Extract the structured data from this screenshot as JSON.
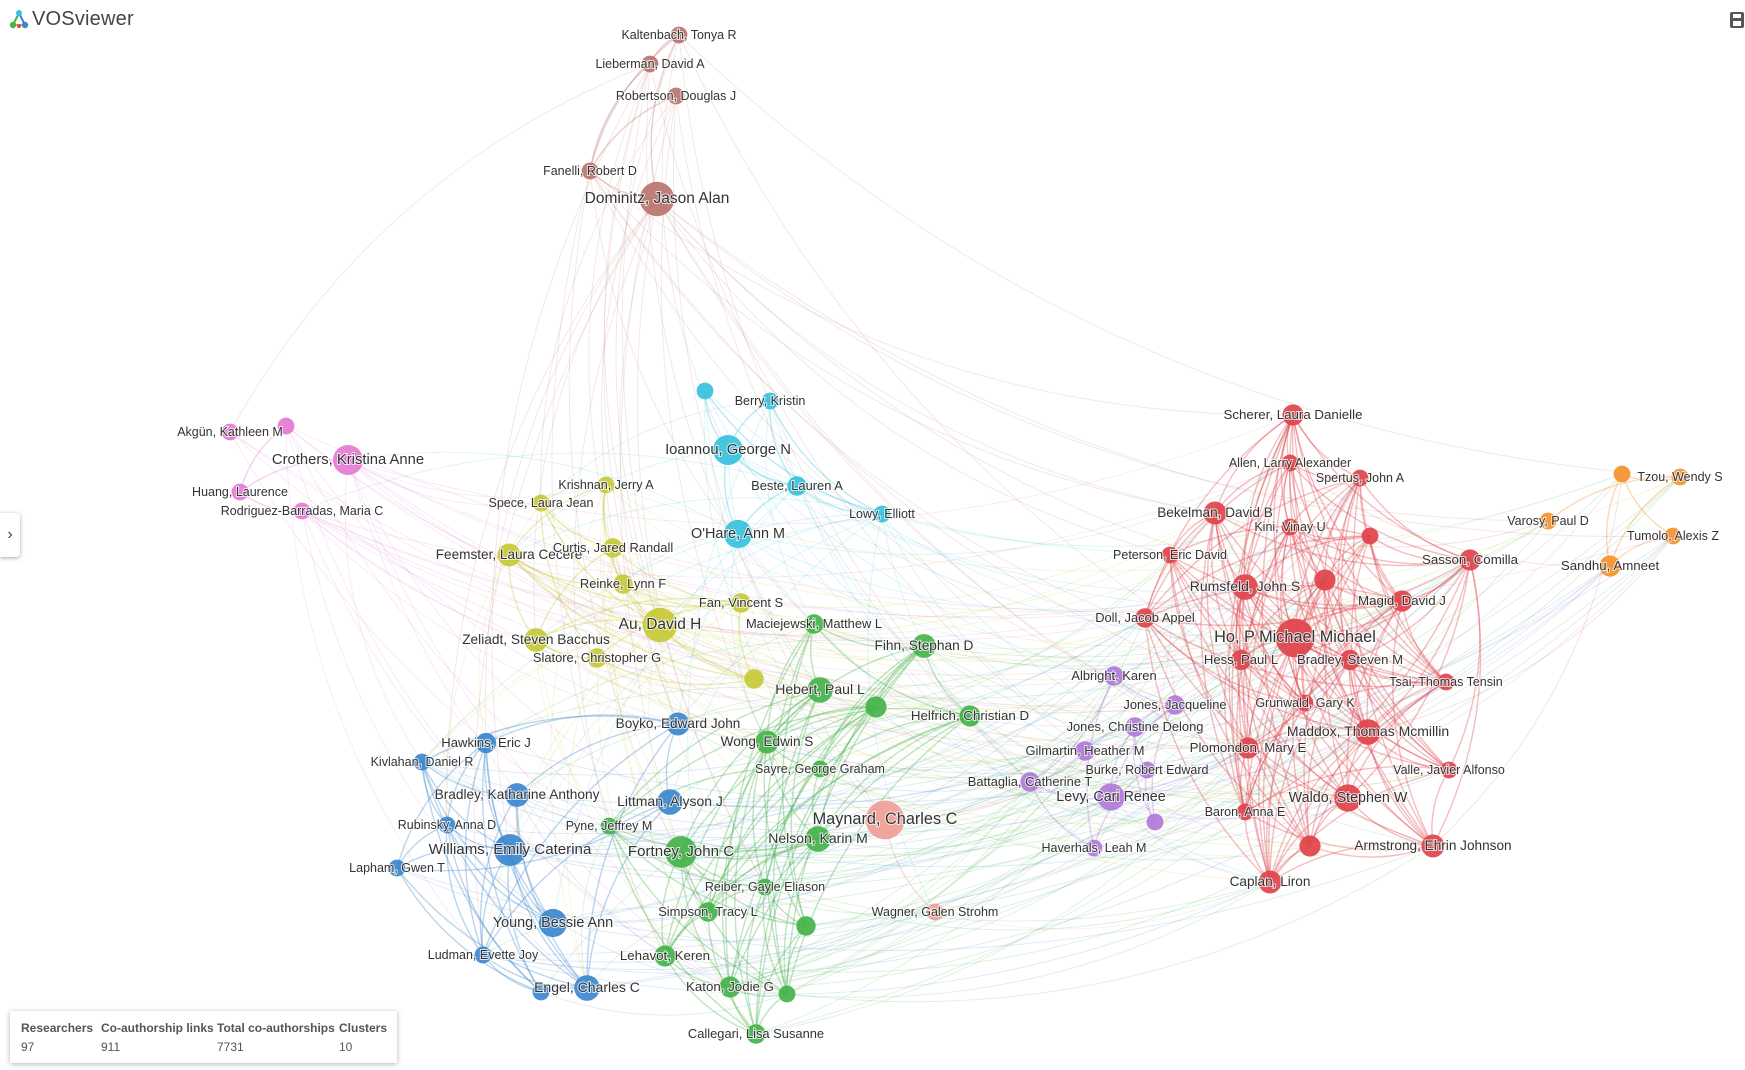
{
  "app": {
    "name": "VOSviewer"
  },
  "icons": {
    "logo": "vosviewer-logo-icon",
    "save": "save-icon",
    "toggle": "chevron-right-icon"
  },
  "sidebar_toggle": {
    "glyph": "›"
  },
  "stats": {
    "researchers_label": "Researchers",
    "researchers": "97",
    "links_label": "Co-authorship links",
    "links": "911",
    "total_label": "Total co-authorships",
    "total": "7731",
    "clusters_label": "Clusters",
    "clusters": "10"
  },
  "clusters": {
    "red": "#e0434b",
    "green": "#44b34a",
    "blue": "#3b87cf",
    "yellow": "#c7c936",
    "purple": "#b07ad9",
    "cyan": "#37c1dc",
    "orange": "#f5932b",
    "brown": "#b9746d",
    "pink": "#e47ad5",
    "salmon": "#f09e95"
  },
  "nodes": [
    {
      "label": "Kaltenbach, Tonya R",
      "cluster": "brown",
      "weight": 1
    },
    {
      "label": "Lieberman, David A",
      "cluster": "brown",
      "weight": 1
    },
    {
      "label": "Robertson, Douglas J",
      "cluster": "brown",
      "weight": 1
    },
    {
      "label": "Fanelli, Robert D",
      "cluster": "brown",
      "weight": 1
    },
    {
      "label": "Dominitz, Jason Alan",
      "cluster": "brown",
      "weight": 3
    },
    {
      "label": "Berry, Kristin",
      "cluster": "cyan",
      "weight": 1
    },
    {
      "label": "",
      "cluster": "cyan",
      "weight": 1
    },
    {
      "label": "Ioannou, George N",
      "cluster": "cyan",
      "weight": 2.5
    },
    {
      "label": "Beste, Lauren A",
      "cluster": "cyan",
      "weight": 1.3
    },
    {
      "label": "Lowy, Elliott",
      "cluster": "cyan",
      "weight": 1
    },
    {
      "label": "O'Hare, Ann M",
      "cluster": "cyan",
      "weight": 2.3
    },
    {
      "label": "Akgün, Kathleen M",
      "cluster": "pink",
      "weight": 1
    },
    {
      "label": "",
      "cluster": "pink",
      "weight": 1
    },
    {
      "label": "Crothers, Kristina Anne",
      "cluster": "pink",
      "weight": 2.5
    },
    {
      "label": "Huang, Laurence",
      "cluster": "pink",
      "weight": 1
    },
    {
      "label": "Rodriguez-Barradas, Maria C",
      "cluster": "pink",
      "weight": 1
    },
    {
      "label": "Krishnan, Jerry A",
      "cluster": "yellow",
      "weight": 1
    },
    {
      "label": "Spece, Laura Jean",
      "cluster": "yellow",
      "weight": 1
    },
    {
      "label": "Feemster, Laura Cecere",
      "cluster": "yellow",
      "weight": 1.7
    },
    {
      "label": "Curtis, Jared Randall",
      "cluster": "yellow",
      "weight": 1.3
    },
    {
      "label": "Reinke, Lynn F",
      "cluster": "yellow",
      "weight": 1.3
    },
    {
      "label": "Fan, Vincent S",
      "cluster": "yellow",
      "weight": 1.3
    },
    {
      "label": "Au, David H",
      "cluster": "yellow",
      "weight": 3
    },
    {
      "label": "Zeliadt, Steven Bacchus",
      "cluster": "yellow",
      "weight": 1.8
    },
    {
      "label": "Slatore, Christopher G",
      "cluster": "yellow",
      "weight": 1.3
    },
    {
      "label": "",
      "cluster": "yellow",
      "weight": 1.3
    },
    {
      "label": "Maciejewski, Matthew L",
      "cluster": "green",
      "weight": 1.3
    },
    {
      "label": "Fihn, Stephan D",
      "cluster": "green",
      "weight": 1.8
    },
    {
      "label": "Hebert, Paul L",
      "cluster": "green",
      "weight": 2
    },
    {
      "label": "",
      "cluster": "green",
      "weight": 1.5
    },
    {
      "label": "Helfrich, Christian D",
      "cluster": "green",
      "weight": 1.5
    },
    {
      "label": "Boyko, Edward John",
      "cluster": "blue",
      "weight": 1.7
    },
    {
      "label": "Wong, Edwin S",
      "cluster": "green",
      "weight": 1.7
    },
    {
      "label": "Sayre, George Graham",
      "cluster": "green",
      "weight": 1
    },
    {
      "label": "Hawkins, Eric J",
      "cluster": "blue",
      "weight": 1.4
    },
    {
      "label": "Kivlahan, Daniel R",
      "cluster": "blue",
      "weight": 1
    },
    {
      "label": "Bradley, Katharine Anthony",
      "cluster": "blue",
      "weight": 1.8
    },
    {
      "label": "Rubinsky, Anna D",
      "cluster": "blue",
      "weight": 1
    },
    {
      "label": "Williams, Emily Caterina",
      "cluster": "blue",
      "weight": 2.7
    },
    {
      "label": "Lapham, Gwen T",
      "cluster": "blue",
      "weight": 1
    },
    {
      "label": "Littman, Alyson J",
      "cluster": "blue",
      "weight": 2
    },
    {
      "label": "Pyne, Jeffrey M",
      "cluster": "green",
      "weight": 1
    },
    {
      "label": "Fortney, John C",
      "cluster": "green",
      "weight": 2.7
    },
    {
      "label": "Nelson, Karin M",
      "cluster": "green",
      "weight": 2
    },
    {
      "label": "Maynard, Charles C",
      "cluster": "salmon",
      "weight": 3.5
    },
    {
      "label": "Reiber, Gayle Eliason",
      "cluster": "green",
      "weight": 1
    },
    {
      "label": "Simpson, Tracy L",
      "cluster": "green",
      "weight": 1.3
    },
    {
      "label": "",
      "cluster": "green",
      "weight": 1.3
    },
    {
      "label": "Young, Bessie Ann",
      "cluster": "blue",
      "weight": 2.3
    },
    {
      "label": "Lehavot, Keren",
      "cluster": "green",
      "weight": 1.5
    },
    {
      "label": "Ludman, Evette Joy",
      "cluster": "blue",
      "weight": 1
    },
    {
      "label": "Engel, Charles C",
      "cluster": "blue",
      "weight": 2
    },
    {
      "label": "",
      "cluster": "blue",
      "weight": 1
    },
    {
      "label": "Katon, Jodie G",
      "cluster": "green",
      "weight": 1.5
    },
    {
      "label": "",
      "cluster": "green",
      "weight": 1
    },
    {
      "label": "Callegari, Lisa Susanne",
      "cluster": "green",
      "weight": 1.3
    },
    {
      "label": "Wagner, Galen Strohm",
      "cluster": "salmon",
      "weight": 1
    },
    {
      "label": "Battaglia, Catherine T",
      "cluster": "purple",
      "weight": 1.3
    },
    {
      "label": "Albright, Karen",
      "cluster": "purple",
      "weight": 1.3
    },
    {
      "label": "Jones, Jacqueline",
      "cluster": "purple",
      "weight": 1.3
    },
    {
      "label": "Jones, Christine Delong",
      "cluster": "purple",
      "weight": 1.3
    },
    {
      "label": "Gilmartin, Heather M",
      "cluster": "purple",
      "weight": 1.3
    },
    {
      "label": "Burke, Robert Edward",
      "cluster": "purple",
      "weight": 1
    },
    {
      "label": "Levy, Cari Renee",
      "cluster": "purple",
      "weight": 2.2
    },
    {
      "label": "",
      "cluster": "purple",
      "weight": 1
    },
    {
      "label": "Haverhals, Leah M",
      "cluster": "purple",
      "weight": 1
    },
    {
      "label": "Scherer, Laura Danielle",
      "cluster": "red",
      "weight": 1.5
    },
    {
      "label": "Allen, Larry Alexander",
      "cluster": "red",
      "weight": 1
    },
    {
      "label": "Spertus, John A",
      "cluster": "red",
      "weight": 1
    },
    {
      "label": "Bekelman, David B",
      "cluster": "red",
      "weight": 1.7
    },
    {
      "label": "Kini, Vinay U",
      "cluster": "red",
      "weight": 1
    },
    {
      "label": "",
      "cluster": "red",
      "weight": 1
    },
    {
      "label": "Peterson, Eric David",
      "cluster": "red",
      "weight": 1
    },
    {
      "label": "Rumsfeld, John S",
      "cluster": "red",
      "weight": 2
    },
    {
      "label": "",
      "cluster": "red",
      "weight": 1.5
    },
    {
      "label": "Magid, David J",
      "cluster": "red",
      "weight": 1.5
    },
    {
      "label": "Doll, Jacob Appel",
      "cluster": "red",
      "weight": 1.3
    },
    {
      "label": "Ho, P Michael Michael",
      "cluster": "red",
      "weight": 3.5
    },
    {
      "label": "Hess, Paul L",
      "cluster": "red",
      "weight": 1.4
    },
    {
      "label": "Bradley, Steven M",
      "cluster": "red",
      "weight": 1.4
    },
    {
      "label": "Tsai, Thomas Tensin",
      "cluster": "red",
      "weight": 1
    },
    {
      "label": "Grunwald, Gary K",
      "cluster": "red",
      "weight": 1
    },
    {
      "label": "Maddox, Thomas Mcmillin",
      "cluster": "red",
      "weight": 2
    },
    {
      "label": "Plomondon, Mary E",
      "cluster": "red",
      "weight": 1.5
    },
    {
      "label": "Valle, Javier Alfonso",
      "cluster": "red",
      "weight": 1
    },
    {
      "label": "Baron, Anna E",
      "cluster": "red",
      "weight": 1
    },
    {
      "label": "Waldo, Stephen W",
      "cluster": "red",
      "weight": 2.2
    },
    {
      "label": "",
      "cluster": "red",
      "weight": 1.5
    },
    {
      "label": "Armstrong, Ehrin Johnson",
      "cluster": "red",
      "weight": 1.7
    },
    {
      "label": "Caplan, Liron",
      "cluster": "red",
      "weight": 1.7
    },
    {
      "label": "",
      "cluster": "orange",
      "weight": 1
    },
    {
      "label": "Tzou, Wendy S",
      "cluster": "orange",
      "weight": 1
    },
    {
      "label": "Varosy, Paul D",
      "cluster": "orange",
      "weight": 1
    },
    {
      "label": "Tumolo, Alexis Z",
      "cluster": "orange",
      "weight": 1
    },
    {
      "label": "Sasson, Comilla",
      "cluster": "red",
      "weight": 1.5
    },
    {
      "label": "Sandhu, Amneet",
      "cluster": "orange",
      "weight": 1.5
    }
  ]
}
